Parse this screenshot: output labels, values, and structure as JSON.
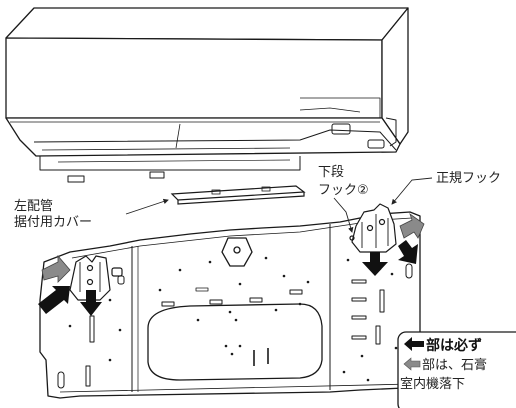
{
  "labels": {
    "left_cover_line1": "左配管",
    "left_cover_line2": "据付用カバー",
    "lower_hook_line1": "下段",
    "lower_hook_line2": "フック②",
    "regular_hook": "正規フック"
  },
  "notice": {
    "line1": "部は必ず",
    "line2": "部は、石膏",
    "line3": "室内機落下"
  },
  "colors": {
    "line": "#1a1a1a",
    "arrow_black": "#111111",
    "arrow_gray": "#8a8a8a",
    "plate_fill": "#ffffff"
  }
}
